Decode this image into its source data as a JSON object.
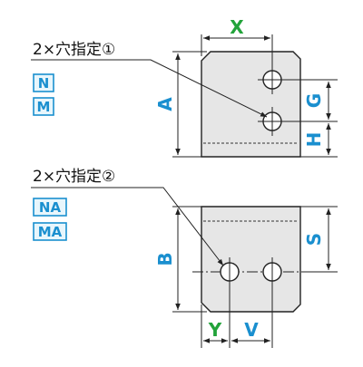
{
  "upper_view": {
    "hole_label": "2×穴指定①",
    "codes": [
      "N",
      "M"
    ],
    "dimensions": {
      "x": "X",
      "a": "A",
      "g": "G",
      "h": "H"
    }
  },
  "lower_view": {
    "hole_label": "2×穴指定②",
    "codes": [
      "NA",
      "MA"
    ],
    "dimensions": {
      "b": "B",
      "s": "S",
      "y": "Y",
      "v": "V"
    }
  },
  "colors": {
    "plate_fill": "#e6e6e6",
    "outline": "#222222",
    "code_blue": "#1a8fcf",
    "code_box_fill": "#e8f6fc",
    "dimension_green": "#22a33a"
  }
}
